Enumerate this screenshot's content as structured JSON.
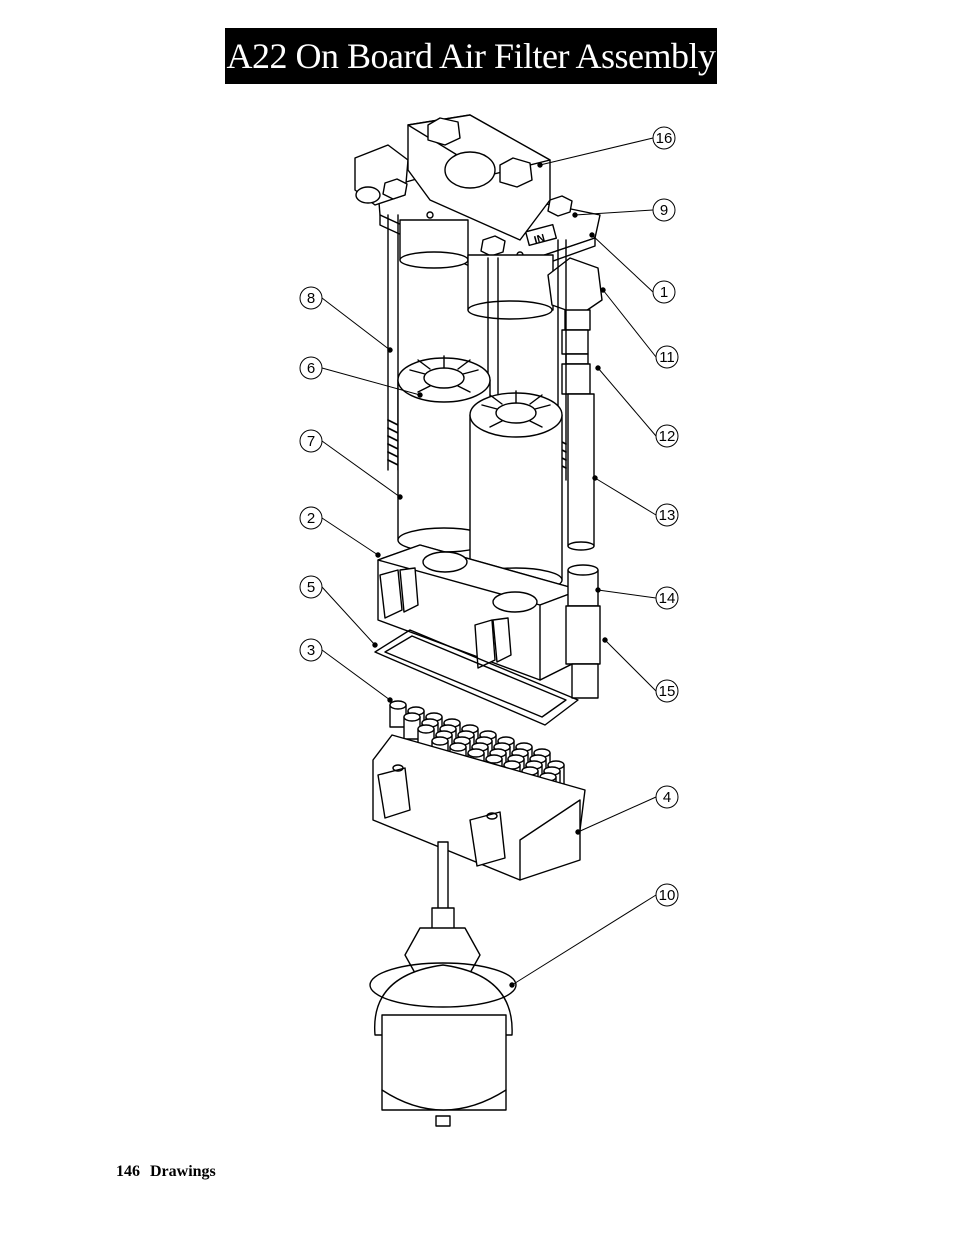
{
  "header": {
    "title": "A22 On Board Air Filter Assembly"
  },
  "parts": [
    {
      "id": "16"
    },
    {
      "id": "9"
    },
    {
      "id": "1"
    },
    {
      "id": "8"
    },
    {
      "id": "11"
    },
    {
      "id": "6"
    },
    {
      "id": "12"
    },
    {
      "id": "7"
    },
    {
      "id": "13"
    },
    {
      "id": "2"
    },
    {
      "id": "14"
    },
    {
      "id": "5"
    },
    {
      "id": "3"
    },
    {
      "id": "15"
    },
    {
      "id": "4"
    },
    {
      "id": "10"
    }
  ],
  "plate_label": "IN",
  "footer": {
    "page_number": "146",
    "section": "Drawings"
  }
}
